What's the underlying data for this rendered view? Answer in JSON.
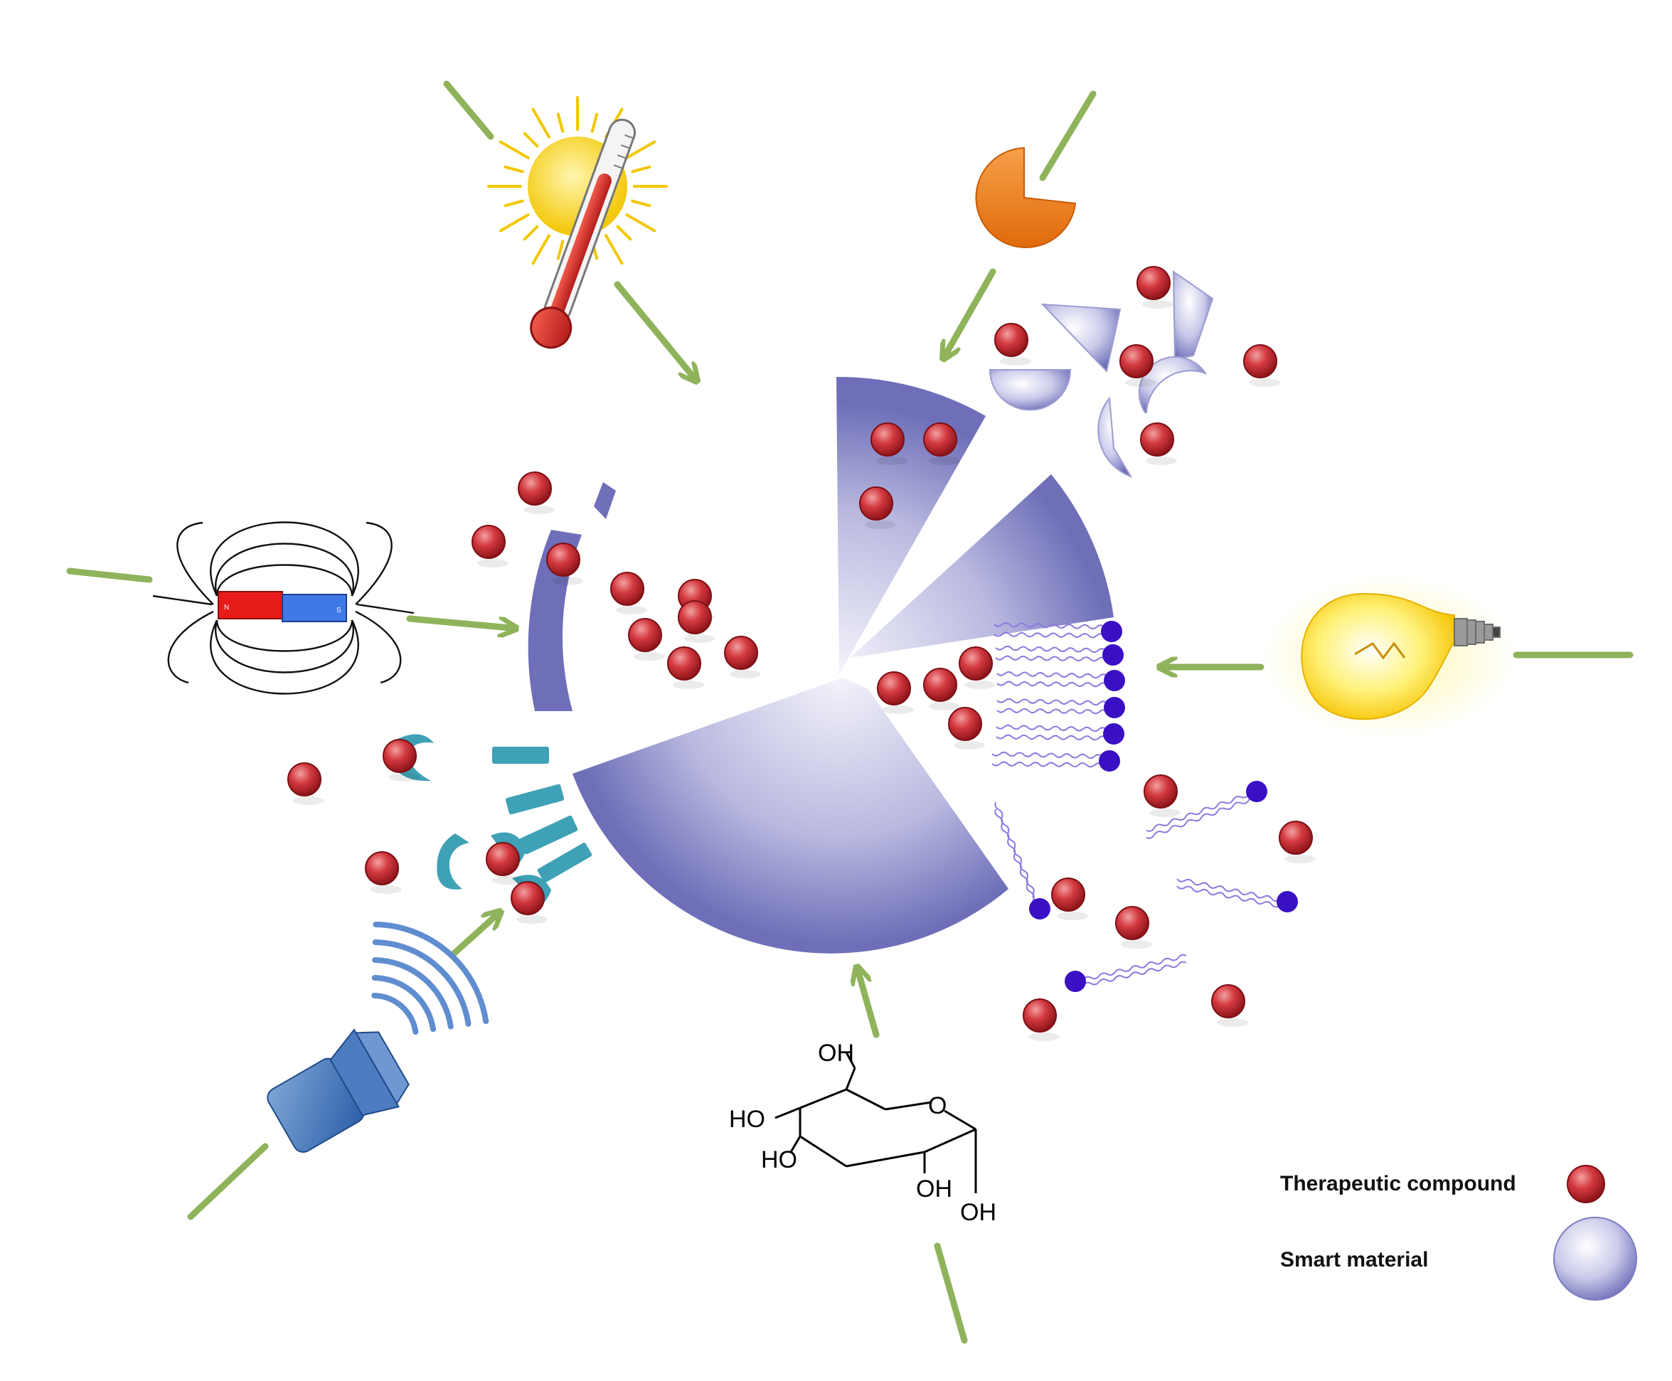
{
  "colors": {
    "arrow": "#8fb35a",
    "drug": "#c0272d",
    "material_light": "#f2f2fa",
    "material_dark": "#6e6fb8",
    "micelle_head": "#3a10c4",
    "micelle_tail": "#8d7ae0",
    "receptor": "#3fa1b5"
  },
  "stimuli": [
    {
      "id": "temperature",
      "icon": "sun-thermometer-icon"
    },
    {
      "id": "enzyme",
      "icon": "enzyme-pacman-icon"
    },
    {
      "id": "light",
      "icon": "light-bulb-icon"
    },
    {
      "id": "glucose",
      "icon": "glucose-molecule-icon"
    },
    {
      "id": "ultrasound",
      "icon": "ultrasound-transducer-icon"
    },
    {
      "id": "magnetic",
      "icon": "bar-magnet-field-icon"
    }
  ],
  "glucose": {
    "oh_top": "OH",
    "o_ring": "O",
    "ho_left": "HO",
    "ho_lower": "HO",
    "oh_bottom": "OH",
    "oh_right": "OH"
  },
  "magnet": {
    "north": "N",
    "south": "S"
  },
  "legend": {
    "therapeutic_compound": "Therapeutic compound",
    "smart_material": "Smart material"
  }
}
